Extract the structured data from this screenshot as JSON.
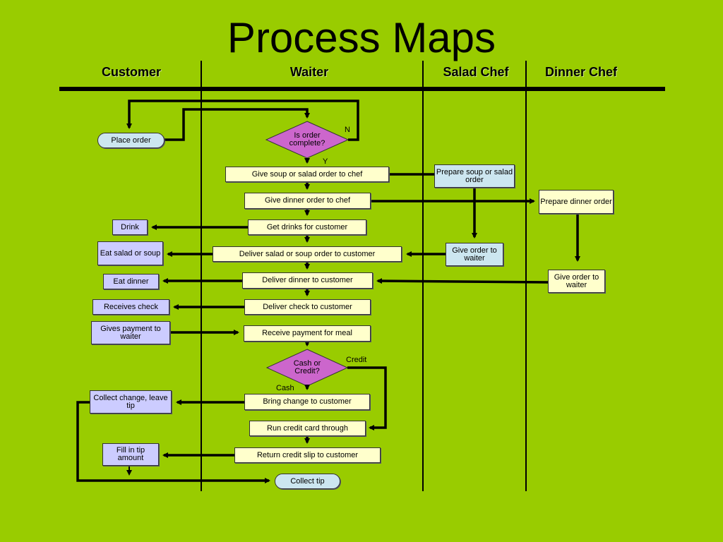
{
  "title": "Process Maps",
  "lanes": {
    "customer": "Customer",
    "waiter": "Waiter",
    "salad_chef": "Salad Chef",
    "dinner_chef": "Dinner Chef"
  },
  "nodes": {
    "place_order": "Place order",
    "is_order_complete": "Is order complete?",
    "give_soup_salad_order": "Give soup or salad order to chef",
    "prepare_soup_salad": "Prepare soup or salad order",
    "give_dinner_order": "Give dinner order to chef",
    "prepare_dinner": "Prepare dinner order",
    "drink": "Drink",
    "get_drinks": "Get drinks for customer",
    "eat_salad_soup": "Eat salad or soup",
    "deliver_salad_soup": "Deliver salad or soup order to customer",
    "salad_give_to_waiter": "Give order to waiter",
    "eat_dinner": "Eat dinner",
    "deliver_dinner": "Deliver dinner to customer",
    "dinner_give_to_waiter": "Give order to waiter",
    "receives_check": "Receives check",
    "deliver_check": "Deliver check to customer",
    "gives_payment": "Gives payment to waiter",
    "receive_payment": "Receive payment for meal",
    "cash_or_credit": "Cash or Credit?",
    "collect_change": "Collect change, leave tip",
    "bring_change": "Bring change to customer",
    "run_credit_card": "Run credit card through",
    "fill_in_tip": "Fill in tip amount",
    "return_credit_slip": "Return credit slip to customer",
    "collect_tip": "Collect tip"
  },
  "labels": {
    "n": "N",
    "y": "Y",
    "credit": "Credit",
    "cash": "Cash"
  },
  "colors": {
    "background": "#99cc00",
    "waiter_box": "#ffffcc",
    "customer_box": "#ccccff",
    "chef_box": "#cce6f0",
    "decision": "#cc66cc"
  }
}
